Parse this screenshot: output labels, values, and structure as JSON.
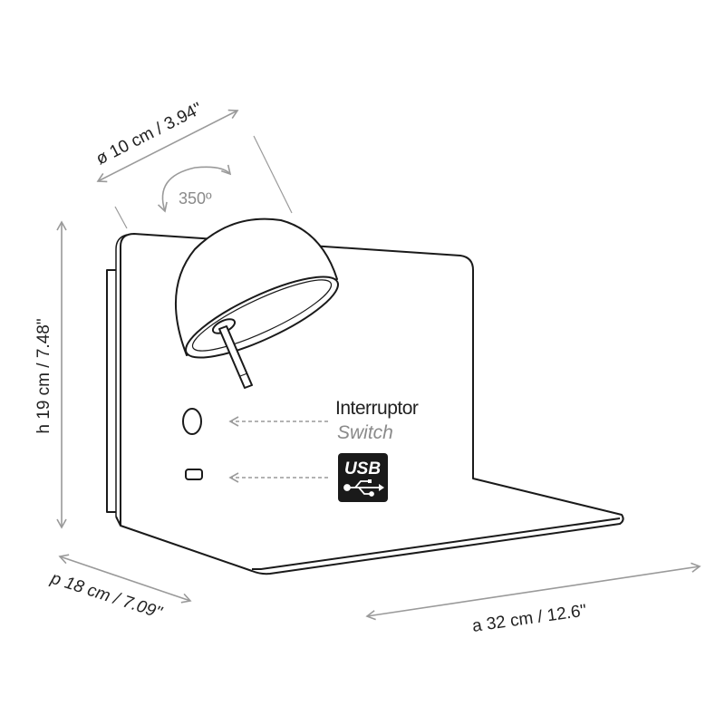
{
  "dimensions": {
    "diameter": "ø 10 cm / 3.94\"",
    "rotation": "350º",
    "height": "h 19 cm / 7.48\"",
    "depth": "p 18 cm / 7.09\"",
    "width": "a 32 cm / 12.6\""
  },
  "callouts": {
    "switch_es": "Interruptor",
    "switch_en": "Switch",
    "usb_label": "USB"
  },
  "colors": {
    "dimension_lines": "#9a9a9a",
    "outline": "#1a1a1a",
    "usb_badge": "#1a1a1a"
  }
}
